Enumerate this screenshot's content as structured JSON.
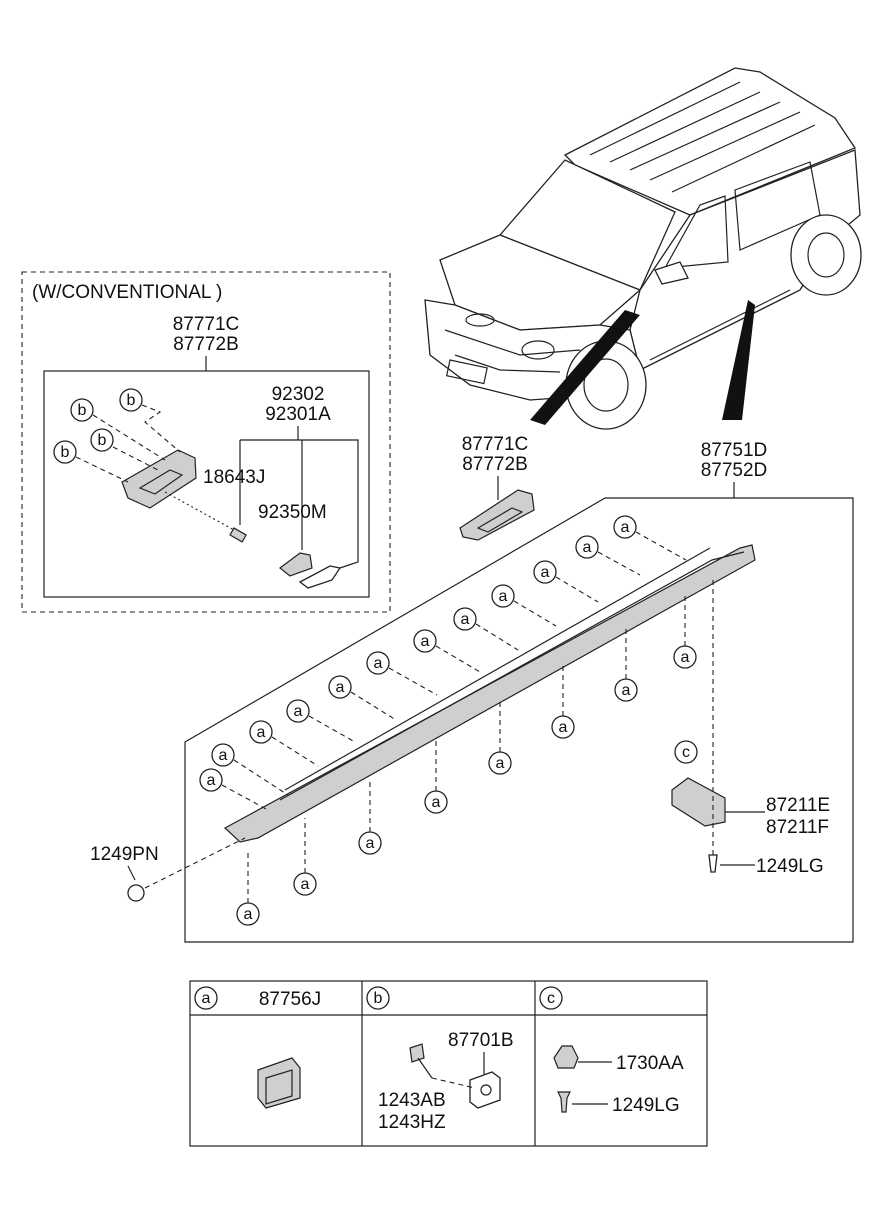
{
  "conventional_box": {
    "title": "(W/CONVENTIONAL )",
    "part_upper": "87771C",
    "part_lower": "87772B",
    "lamp_upper": "92302",
    "lamp_lower": "92301A",
    "bulb": "18643J",
    "lens": "92350M"
  },
  "garnish": {
    "upper": "87771C",
    "lower": "87772B"
  },
  "side_sill": {
    "upper": "87751D",
    "lower": "87752D"
  },
  "bracket": {
    "upper": "87211E",
    "lower": "87211F"
  },
  "screw_right": "1249LG",
  "screw_left": "1249PN",
  "markers": {
    "a": "a",
    "b": "b",
    "c": "c"
  },
  "legend": {
    "a": {
      "key": "a",
      "part": "87756J"
    },
    "b": {
      "key": "b",
      "part_top": "87701B",
      "part_bottom_1": "1243AB",
      "part_bottom_2": "1243HZ"
    },
    "c": {
      "key": "c",
      "part_top": "1730AA",
      "part_bottom": "1249LG"
    }
  }
}
